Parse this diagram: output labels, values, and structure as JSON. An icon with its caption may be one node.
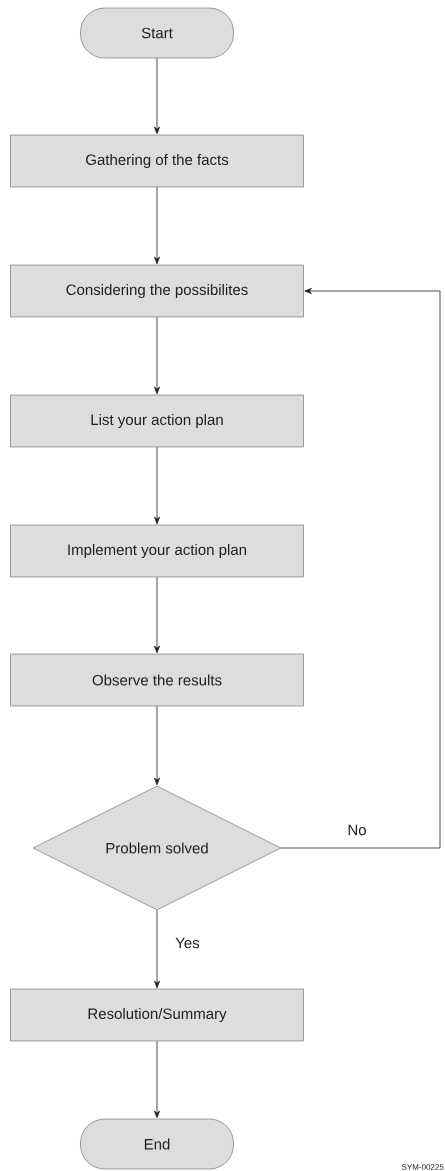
{
  "diagram": {
    "nodes": [
      {
        "text": [
          "Start"
        ]
      },
      {
        "text": [
          "Gathering of the facts"
        ]
      },
      {
        "text": [
          "Considering the possibilites"
        ]
      },
      {
        "text": [
          "List your action plan"
        ]
      },
      {
        "text": [
          "Implement your action plan"
        ]
      },
      {
        "text": [
          "Observe the results"
        ]
      },
      {
        "text": [
          "Problem solved"
        ]
      },
      {
        "text": [
          "Resolution/Summary"
        ]
      },
      {
        "text": [
          "End"
        ]
      }
    ],
    "edges": [
      {
        "from": 0,
        "to": 1,
        "arrow": "to"
      },
      {
        "from": 1,
        "to": 2,
        "arrow": "to"
      },
      {
        "from": 2,
        "to": 3,
        "arrow": "to"
      },
      {
        "from": 3,
        "to": 4,
        "arrow": "to"
      },
      {
        "from": 4,
        "to": 5,
        "arrow": "to"
      },
      {
        "from": 5,
        "to": 6,
        "arrow": "to"
      },
      {
        "from": 6,
        "to": 2,
        "arrow": "to",
        "label": "No"
      },
      {
        "from": 6,
        "to": 7,
        "arrow": "to",
        "label": "Yes"
      },
      {
        "from": 7,
        "to": 8,
        "arrow": "to"
      }
    ],
    "labels": [
      "SYM-00225"
    ]
  }
}
